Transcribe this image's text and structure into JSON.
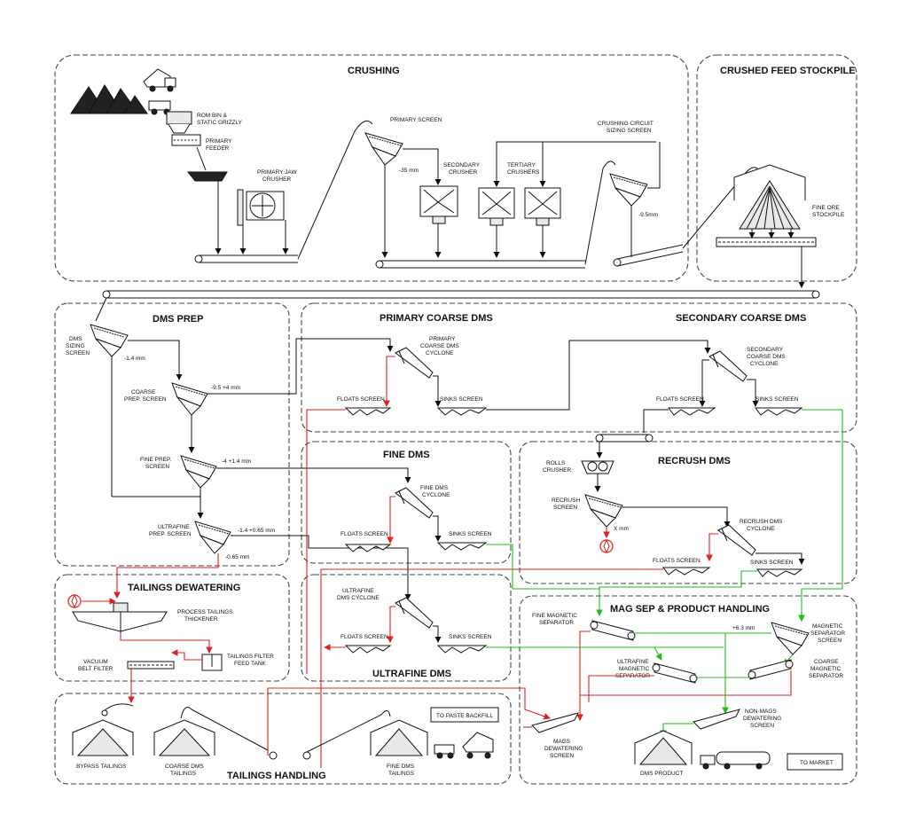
{
  "sections": {
    "crushing": "CRUSHING",
    "stockpile": "CRUSHED FEED STOCKPILE",
    "dms_prep": "DMS PREP",
    "primary_coarse": "PRIMARY COARSE DMS",
    "secondary_coarse": "SECONDARY COARSE DMS",
    "fine_dms": "FINE DMS",
    "recrush": "RECRUSH DMS",
    "tailings_dewatering": "TAILINGS DEWATERING",
    "ultrafine_dms": "ULTRAFINE DMS",
    "mag_sep": "MAG SEP & PRODUCT HANDLING",
    "tailings_handling": "TAILINGS HANDLING"
  },
  "labels": {
    "rom_bin_1": "ROM BIN &",
    "rom_bin_2": "STATIC GRIZZLY",
    "feeder_1": "PRIMARY",
    "feeder_2": "FEEDER",
    "jaw_1": "PRIMARY JAW",
    "jaw_2": "CRUSHER",
    "primary_screen": "PRIMARY SCREEN",
    "size_35": "-35 mm",
    "secondary_crusher_1": "SECONDARY",
    "secondary_crusher_2": "CRUSHER",
    "tertiary_1": "TERTIARY",
    "tertiary_2": "CRUSHERS",
    "sizing_screen_1": "CRUSHING CIRCUIT",
    "sizing_screen_2": "SIZING SCREEN",
    "size_95": "-9.5mm",
    "fine_ore_1": "FINE ORE",
    "fine_ore_2": "STOCKPILE",
    "dms_sizing_1": "DMS",
    "dms_sizing_2": "SIZING",
    "dms_sizing_3": "SCREEN",
    "size_14": "-1.4 mm",
    "coarse_prep_1": "COARSE",
    "coarse_prep_2": "PREP. SCREEN",
    "size_95_4": "-9.5 +4 mm",
    "fine_prep_1": "FINE PREP.",
    "fine_prep_2": "SCREEN",
    "size_4_14": "-4 +1.4 mm",
    "ultrafine_prep_1": "ULTRAFINE",
    "ultrafine_prep_2": "PREP. SCREEN",
    "size_14_065": "-1.4 +0.65 mm",
    "size_065": "-0.65 mm",
    "pc_cyclone_1": "PRIMARY",
    "pc_cyclone_2": "COARSE DMS",
    "pc_cyclone_3": "CYCLONE",
    "pc_floats": "FLOATS SCREEN",
    "pc_sinks": "SINKS SCREEN",
    "sc_cyclone_1": "SECONDARY",
    "sc_cyclone_2": "COARSE DMS",
    "sc_cyclone_3": "CYCLONE",
    "sc_floats": "FLOATS SCREEN",
    "sc_sinks": "SINKS SCREEN",
    "fd_cyclone_1": "FINE DMS",
    "fd_cyclone_2": "CYCLONE",
    "fd_floats": "FLOATS SCREEN",
    "fd_sinks": "SINKS SCREEN",
    "rolls_1": "ROLLS",
    "rolls_2": "CRUSHER",
    "recrush_screen_1": "RECRUSH",
    "recrush_screen_2": "SCREEN",
    "x_mm": "X mm",
    "rc_cyclone_1": "RECRUSH DMS",
    "rc_cyclone_2": "CYCLONE",
    "rc_floats": "FLOATS SCREEN",
    "rc_sinks": "SINKS SCREEN",
    "thickener_1": "PROCESS TAILINGS",
    "thickener_2": "THICKENER",
    "filter_tank_1": "TAILINGS FILTER",
    "filter_tank_2": "FEED TANK",
    "vbf_1": "VACUUM",
    "vbf_2": "BELT FILTER",
    "uf_cyclone_1": "ULTRAFINE",
    "uf_cyclone_2": "DMS CYCLONE",
    "uf_floats": "FLOATS SCREEN",
    "uf_sinks": "SINKS SCREEN",
    "fms_1": "FINE MAGNETIC",
    "fms_2": "SEPARATOR",
    "size_63": "+6.3 mm",
    "mss_1": "MAGNETIC",
    "mss_2": "SEPARATOR",
    "mss_3": "SCREEN",
    "ufms_1": "ULTRAFINE",
    "ufms_2": "MAGNETIC",
    "ufms_3": "SEPARATOR",
    "cms_1": "COARSE",
    "cms_2": "MAGNETIC",
    "cms_3": "SEPARATOR",
    "nonmag_1": "NON-MAGS",
    "nonmag_2": "DEWATERING",
    "nonmag_3": "SCREEN",
    "mags_1": "MAGS",
    "mags_2": "DEWATERING",
    "mags_3": "SCREEN",
    "dms_product": "DMS PRODUCT",
    "to_market": "TO MARKET",
    "bypass": "BYPASS TAILINGS",
    "coarse_tail_1": "COARSE DMS",
    "coarse_tail_2": "TAILINGS",
    "fine_tail_1": "FINE DMS",
    "fine_tail_2": "TAILINGS",
    "paste": "TO PASTE BACKFILL"
  },
  "icons": [
    "conveyor-icon",
    "screen-icon",
    "crusher-icon",
    "cyclone-icon",
    "stockpile-icon",
    "truck-icon",
    "loader-icon",
    "thickener-icon",
    "tank-icon",
    "pump-icon",
    "magnetic-separator-icon"
  ],
  "colors": {
    "line": "#111111",
    "reject": "#e02020",
    "product": "#22bb22"
  }
}
